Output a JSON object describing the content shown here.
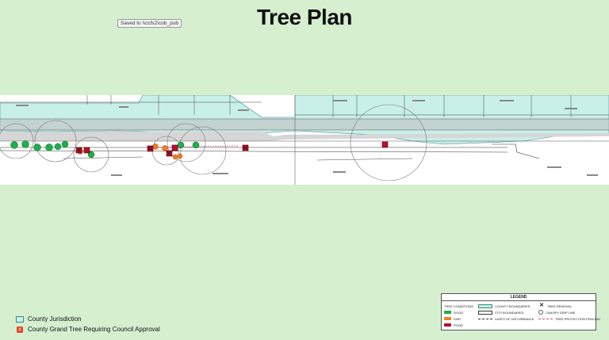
{
  "title": "Tree Plan",
  "tooltip": "Saved to \\\\ccfs2\\cob_pub",
  "key": {
    "jurisdiction": "County Jurisdiction",
    "grand_tree": "County Grand Tree Requiring Council Approval"
  },
  "legend": {
    "title": "LEGEND",
    "tree_conditions": "TREE CONDITIONS",
    "good": "GOOD",
    "fair": "FAIR",
    "poor": "POOR",
    "county_boundaries": "COUNTY BOUNDARIES",
    "city_boundaries": "CITY BOUNDARIES",
    "limits_of_disturbance": "LIMITS OF DISTURBANCE",
    "tree_removal": "TREE REMOVAL",
    "canopy_drip_line": "CANOPY DRIP LINE",
    "tree_protection_fencing": "TREE PROTECTION FENCING"
  },
  "colors": {
    "background": "#d5efcf",
    "county_area": "#c9efe9",
    "good": "#1fae4b",
    "fair": "#f07d22",
    "poor": "#b8102a",
    "grand_tree": "#e2492b"
  }
}
